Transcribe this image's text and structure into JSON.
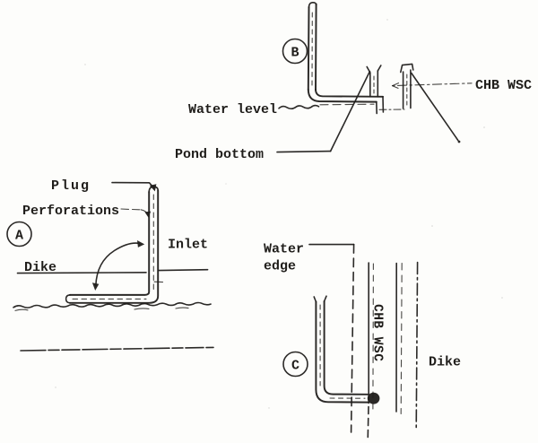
{
  "colors": {
    "paper": "#fdfdfb",
    "ink": "#201e1b"
  },
  "panel_a": {
    "letter": "A",
    "plug_label": "Plug",
    "perforations_label": "Perforations",
    "inlet_label": "Inlet",
    "dike_label": "Dike"
  },
  "panel_b": {
    "letter": "B",
    "water_level_label": "Water level",
    "pond_bottom_label": "Pond bottom",
    "chb_wsc_label": "CHB WSC"
  },
  "panel_c": {
    "letter": "C",
    "water_edge_label_line1": "Water",
    "water_edge_label_line2": "edge",
    "chb_wsc_label": "CHB WSC",
    "dike_label": "Dike"
  }
}
